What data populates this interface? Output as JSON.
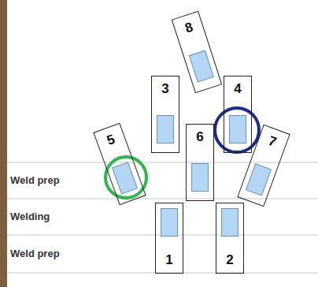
{
  "diagram": {
    "nodes": [
      {
        "text": [
          "8"
        ]
      },
      {
        "text": [
          "3"
        ]
      },
      {
        "text": [
          "4"
        ]
      },
      {
        "text": [
          "5"
        ]
      },
      {
        "text": [
          "6"
        ]
      },
      {
        "text": [
          "7"
        ]
      },
      {
        "text": [
          "1"
        ]
      },
      {
        "text": [
          "2"
        ]
      }
    ],
    "labels": [
      "Weld prep",
      "Welding",
      "Weld prep"
    ]
  }
}
